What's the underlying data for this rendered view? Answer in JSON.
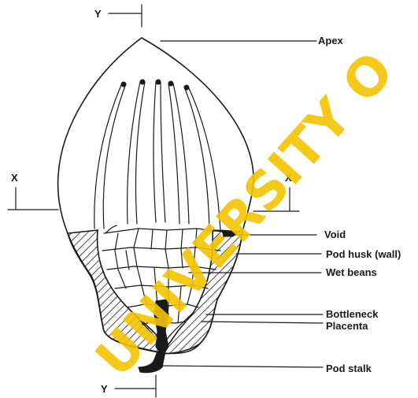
{
  "watermark": {
    "text": "UNIVERSITY O",
    "color": "#f5c400"
  },
  "section_marks": {
    "top_y": "Y",
    "bottom_y": "Y",
    "left_x": "X",
    "right_x": "X"
  },
  "labels": {
    "apex": "Apex",
    "void": "Void",
    "pod_husk": "Pod husk (wall)",
    "wet_beans": "Wet beans",
    "bottleneck": "Bottleneck",
    "placenta": "Placenta",
    "pod_stalk": "Pod stalk"
  }
}
